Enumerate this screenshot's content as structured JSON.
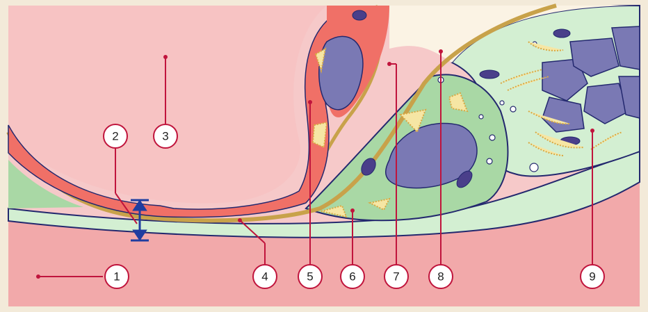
{
  "labels": [
    {
      "id": "1",
      "text": "1"
    },
    {
      "id": "2",
      "text": "2"
    },
    {
      "id": "3",
      "text": "3"
    },
    {
      "id": "4",
      "text": "4"
    },
    {
      "id": "5",
      "text": "5"
    },
    {
      "id": "6",
      "text": "6"
    },
    {
      "id": "7",
      "text": "7"
    },
    {
      "id": "8",
      "text": "8"
    },
    {
      "id": "9",
      "text": "9"
    }
  ],
  "colors": {
    "background_frame": "#f3ead9",
    "lumen_pink": "#f7c3c3",
    "tissue_pink": "#f2a9aa",
    "capillary_red": "#f07067",
    "basement_gold": "#c8a24a",
    "cell_green": "#a9d8a5",
    "cell_light_green": "#d3efd2",
    "nucleus_purple": "#7a79b4",
    "membrane_navy": "#23286e",
    "callout_red": "#c0143c"
  }
}
